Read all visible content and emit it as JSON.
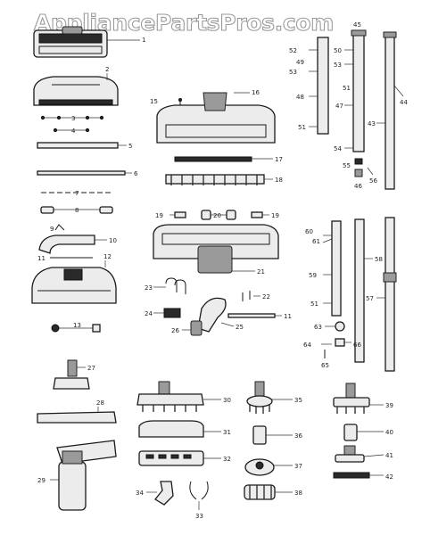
{
  "watermark": "AppliancePartsPros.com",
  "labels": {
    "l1": "1",
    "l2": "2",
    "l3": "3",
    "l4": "4",
    "l5": "5",
    "l6": "6",
    "l7": "7",
    "l8": "8",
    "l9": "9",
    "l10": "10",
    "l11a": "11",
    "l11b": "11",
    "l12": "12",
    "l13": "13",
    "l15": "15",
    "l16": "16",
    "l17": "17",
    "l18": "18",
    "l19a": "19",
    "l19b": "19",
    "l20": "20",
    "l21": "21",
    "l22": "22",
    "l23": "23",
    "l24": "24",
    "l25": "25",
    "l26": "26",
    "l27": "27",
    "l28": "28",
    "l29": "29",
    "l30": "30",
    "l31": "31",
    "l32": "32",
    "l33": "33",
    "l34": "34",
    "l35": "35",
    "l36": "36",
    "l37": "37",
    "l38": "38",
    "l39": "39",
    "l40": "40",
    "l41": "41",
    "l42": "42",
    "l43": "43",
    "l44": "44",
    "l45": "45",
    "l46": "46",
    "l47": "47",
    "l48": "48",
    "l49": "49",
    "l50": "50",
    "l51a": "51",
    "l51b": "51",
    "l51c": "51",
    "l52": "52",
    "l53a": "53",
    "l53b": "53",
    "l54": "54",
    "l55": "55",
    "l56": "56",
    "l57": "57",
    "l58": "58",
    "l59": "59",
    "l60": "60",
    "l61": "61",
    "l63": "63",
    "l64": "64",
    "l65": "65",
    "l66": "66"
  }
}
